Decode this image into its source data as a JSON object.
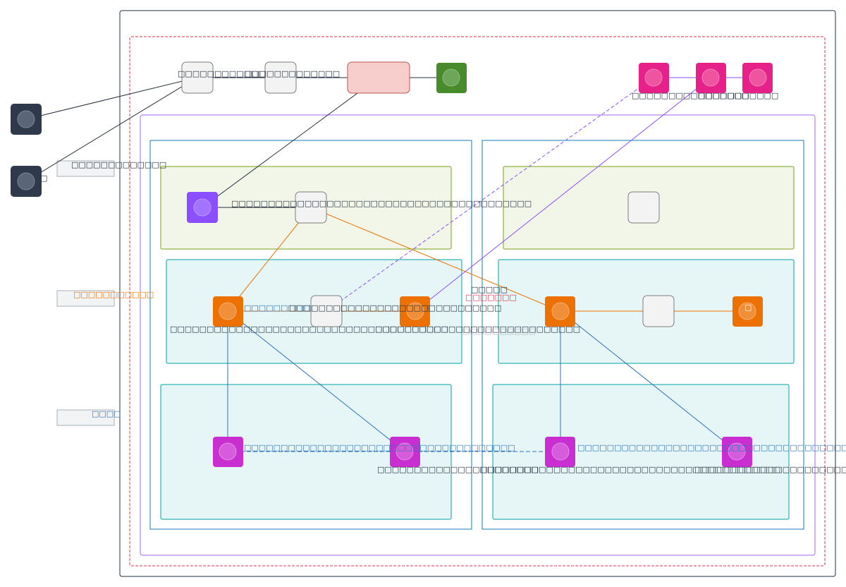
{
  "diagram": {
    "groups": [
      {
        "id": "outer-frame",
        "label": ""
      },
      {
        "id": "dashed-region",
        "label": ""
      },
      {
        "id": "purple-region",
        "label": ""
      },
      {
        "id": "left-column",
        "label": ""
      },
      {
        "id": "right-column",
        "label": ""
      },
      {
        "id": "left-top-subnet",
        "label": ""
      },
      {
        "id": "right-top-subnet",
        "label": ""
      },
      {
        "id": "left-mid-subnet",
        "label": ""
      },
      {
        "id": "right-mid-subnet",
        "label": ""
      },
      {
        "id": "left-bottom-subnet",
        "label": ""
      },
      {
        "id": "right-bottom-subnet",
        "label": ""
      }
    ],
    "legend": [
      {
        "label": "□□□□□□□□□□□□□",
        "color": "#232f3e"
      },
      {
        "label": "□□□□□□□□□□□",
        "color": "#ed7100"
      },
      {
        "label": "□□□□",
        "color": "#2e73b8"
      }
    ],
    "nodes": [
      {
        "id": "user-1",
        "kind": "actor",
        "label": ""
      },
      {
        "id": "user-2",
        "kind": "actor",
        "label": "□"
      },
      {
        "id": "gateway-1",
        "kind": "generic",
        "label": "□□□□□□□□□□□□□□"
      },
      {
        "id": "gateway-2",
        "kind": "generic",
        "label": "□□□□□□□□□□□□□"
      },
      {
        "id": "alert-box",
        "kind": "alert",
        "label": ""
      },
      {
        "id": "green-service",
        "kind": "service",
        "label": "□"
      },
      {
        "id": "pink-1",
        "kind": "service",
        "label": "□□□□□□□□□□□□□□□□"
      },
      {
        "id": "pink-2",
        "kind": "service",
        "label": "□□□□□□□□□□□"
      },
      {
        "id": "pink-3",
        "kind": "service",
        "label": "□"
      },
      {
        "id": "purple-service",
        "kind": "service",
        "label": ""
      },
      {
        "id": "left-top-generic",
        "kind": "generic",
        "label": "□□□□□□□□□□□□□□□□□□□□□□□□□□□□□□□□□□□□□□□□□"
      },
      {
        "id": "right-top-generic",
        "kind": "generic",
        "label": ""
      },
      {
        "id": "orange-left",
        "kind": "compute",
        "label": "□□□□□□□□□□□□□□□□□□□□□□□□□□□□□□□□□□□□□□"
      },
      {
        "id": "mid-generic-left",
        "kind": "generic",
        "label": ""
      },
      {
        "id": "orange-mid",
        "kind": "compute",
        "label": "□□□□□□□□□□□□□□□□□□□□□□□□□□□□"
      },
      {
        "id": "orange-right-1",
        "kind": "compute",
        "label": "□"
      },
      {
        "id": "mid-generic-right",
        "kind": "generic",
        "label": ""
      },
      {
        "id": "orange-right-2",
        "kind": "compute",
        "label": "□"
      },
      {
        "id": "magenta-1",
        "kind": "database",
        "label": ""
      },
      {
        "id": "magenta-2",
        "kind": "database",
        "label": "□□□□□□□□□□□□□□□□□□□□□□"
      },
      {
        "id": "magenta-3",
        "kind": "database",
        "label": "□□□□□□□□□□□□□□□□□□□□□□□□□□□□□□□□□□□□□□□□□"
      },
      {
        "id": "magenta-4",
        "kind": "database",
        "label": "□□□□□□□□□□□□□□□□□□□□□□□□□□□□□□□"
      }
    ],
    "edge_labels": {
      "orange_mid_blue": "□□□□□□□□□",
      "orange_mid_dark": "□□□□□□□□□□□□□□□□□□□□□□□□□□□□□",
      "cross_dark": "□□□□□",
      "cross_pink": "□□□□□□□",
      "cross_gray": "□□□□□□□□□□",
      "bottom_left_blue": "□□□□□□□□□□□□□□□□□□□□□□□□□□□□□□□□□□□□□",
      "bottom_right_blue": "□□□□□□□□□□□□□□□□□□□□□□□□□□□□□□□□□□□□□"
    },
    "colors": {
      "actor": "#2e3a4b",
      "generic_fill": "#f3f3f3",
      "alert_fill": "#f8cecc",
      "alert_stroke": "#b85450",
      "green": "#478b2b",
      "pink": "#e7218a",
      "purple": "#8c4fff",
      "orange": "#ed7100",
      "magenta": "#c92ed0",
      "subnet_green_fill": "#f2f6e8",
      "subnet_green_stroke": "#7aa116",
      "subnet_teal_fill": "#e6f6f7",
      "subnet_teal_stroke": "#00a4a6",
      "column_stroke": "#147eba",
      "purple_region": "#a166ff",
      "dashed_region": "#dd344c",
      "frame": "#232f3e",
      "edge_blue": "#2e73b8",
      "edge_purple": "#8c4fff",
      "edge_orange": "#ed7100",
      "edge_dark": "#232f3e"
    }
  }
}
